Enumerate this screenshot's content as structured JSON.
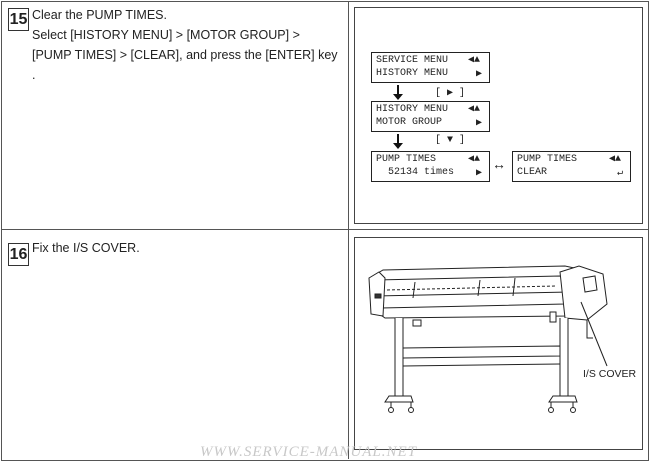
{
  "step15": {
    "number": "15",
    "title": "Clear the PUMP TIMES.",
    "line1": "Select [HISTORY MENU] > [MOTOR GROUP] >",
    "line2": "[PUMP TIMES] > [CLEAR], and press the [ENTER] key",
    "line3": ".",
    "lcd1": {
      "row1": "SERVICE MENU",
      "row2": "HISTORY MENU"
    },
    "key1": "[ ▶ ]",
    "lcd2": {
      "row1": "HISTORY MENU",
      "row2": "MOTOR GROUP"
    },
    "key2": "[ ▼ ]",
    "lcd3": {
      "row1": "PUMP TIMES",
      "row2": "  52134 times"
    },
    "lcd4": {
      "row1": "PUMP TIMES",
      "row2": "CLEAR"
    }
  },
  "step16": {
    "number": "16",
    "title": "Fix the I/S COVER.",
    "callout": "I/S COVER"
  },
  "watermark": "WWW.SERVICE-MANUAL.NET"
}
